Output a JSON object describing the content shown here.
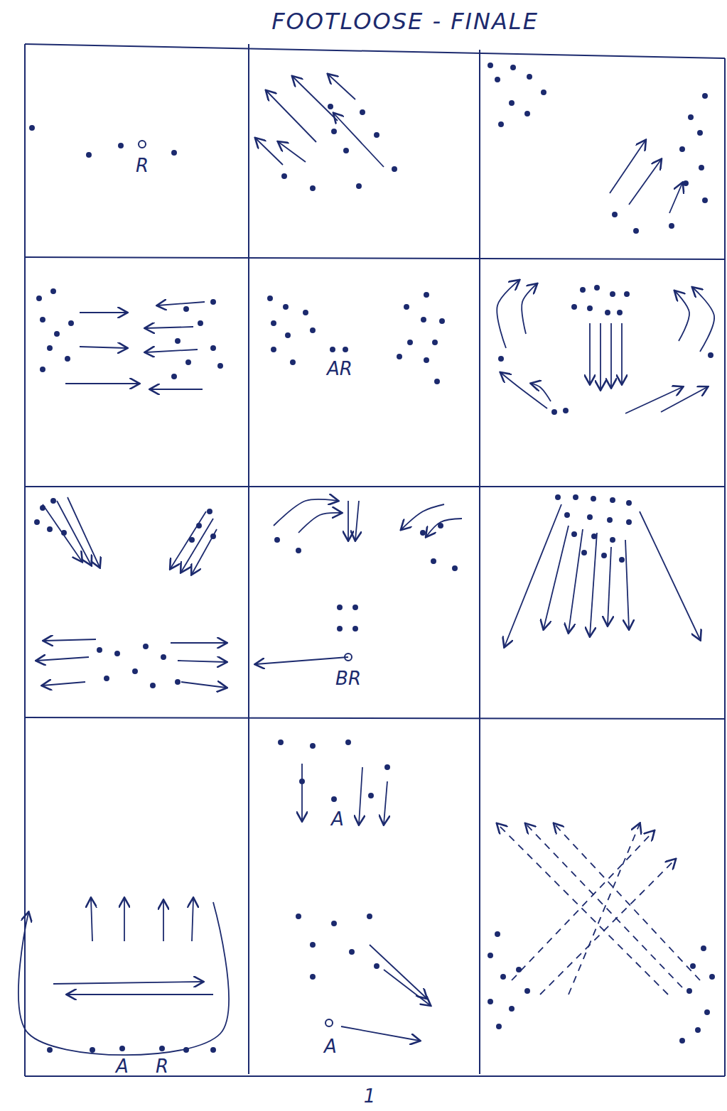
{
  "diagram": {
    "title": "FOOTLOOSE - FINALE",
    "labels": [
      "R",
      "AR",
      "BR",
      "A",
      "R",
      "A",
      "A",
      "1"
    ]
  }
}
